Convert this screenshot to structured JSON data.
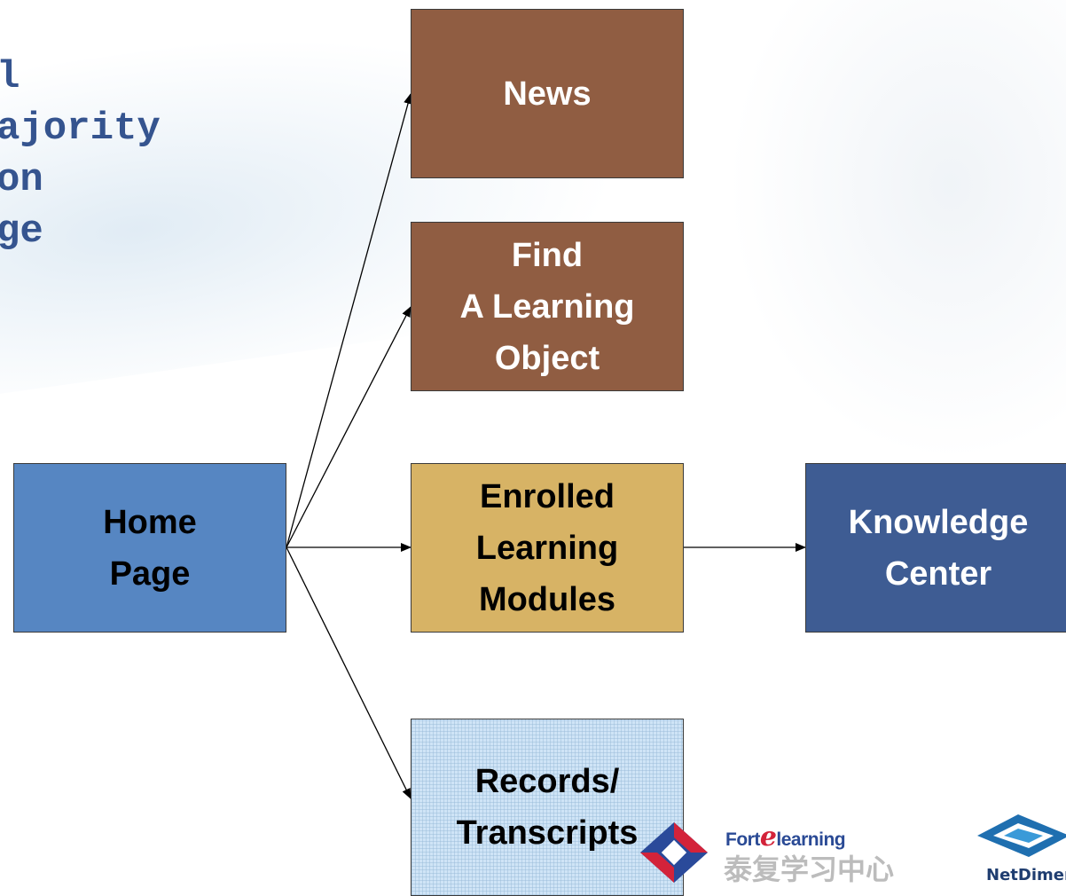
{
  "side_text": "l\najority\non\nge",
  "boxes": {
    "news": "News",
    "find": "Find\nA Learning\nObject",
    "home": "Home\nPage",
    "enrolled": "Enrolled\nLearning\nModules",
    "knowledge": "Knowledge\nCenter",
    "records": "Records/\nTranscripts"
  },
  "logos": {
    "fort_prefix": "Fort",
    "fort_e": "e",
    "fort_suffix": "learning",
    "fort_chinese": "泰复学习中心",
    "netdimension": "NetDimen"
  },
  "colors": {
    "brown": "#905d42",
    "blue": "#5686c2",
    "gold": "#d7b365",
    "navy": "#3e5c93",
    "light_blue": "#cfe4f6",
    "title_blue": "#35548f"
  }
}
